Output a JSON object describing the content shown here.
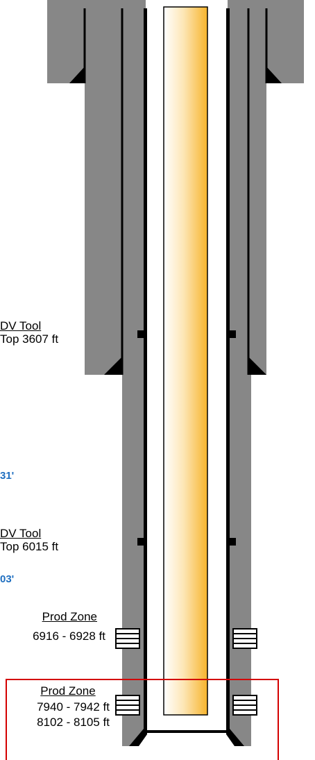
{
  "colors": {
    "casing_gray": "#878787",
    "outline": "#000000",
    "tubing_light": "#ffffff",
    "tubing_amber": "#f7b42c",
    "zone_box": "#d40000",
    "depth_text": "#1f6fc0"
  },
  "dv_tools": [
    {
      "title": "DV Tool",
      "depth": "Top 3607 ft"
    },
    {
      "title": "DV Tool",
      "depth": "Top 6015 ft"
    }
  ],
  "depth_marks": [
    "31'",
    "03'"
  ],
  "prod_zones": [
    {
      "title": "Prod Zone",
      "ranges": [
        "6916 - 6928 ft"
      ]
    },
    {
      "title": "Prod Zone",
      "ranges": [
        "7940 - 7942 ft",
        "8102 - 8105 ft"
      ]
    }
  ]
}
